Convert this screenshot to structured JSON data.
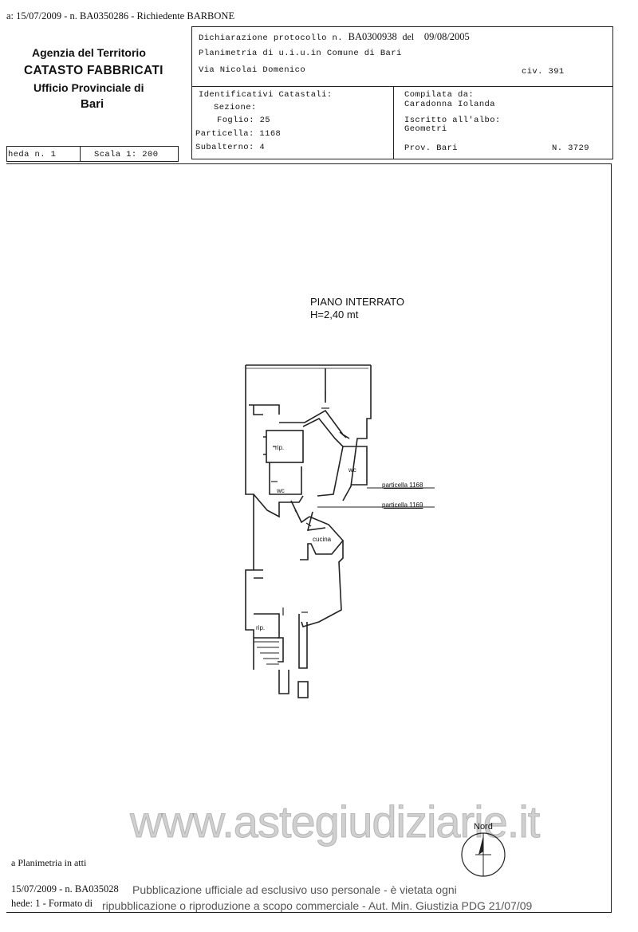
{
  "header": {
    "top_line": "a: 15/07/2009 -  n. BA0350286 - Richiedente BARBONE",
    "agency": "Agenzia del Territorio",
    "catasto": "CATASTO FABBRICATI",
    "ufficio": "Ufficio Provinciale di",
    "city": "Bari",
    "scheda": "heda n. 1",
    "scala": "Scala 1: 200"
  },
  "declaration": {
    "protocol_label": "Dichiarazione protocollo n.",
    "protocol_number": "BA0300938",
    "date_label": "del",
    "date": "09/08/2005",
    "planimetria": "Planimetria di u.i.u.in Comune di Bari",
    "street": "Via Nicolai Domenico",
    "civ": "civ. 391"
  },
  "identifiers": {
    "title": "Identificativi Catastali:",
    "sezione": "Sezione:",
    "foglio": "Foglio: 25",
    "particella": "Particella: 1168",
    "subalterno": "Subalterno: 4"
  },
  "compiler": {
    "compilata_label": "Compilata da:",
    "compilata_name": "Caradonna Iolanda",
    "iscritto_label": "Iscritto all'albo:",
    "iscritto_value": "Geometri",
    "prov": "Prov. Bari",
    "numero": "N.  3729"
  },
  "plan": {
    "title": "PIANO INTERRATO",
    "height": "H=2,40 mt",
    "rooms": {
      "rip1": "rip.",
      "wc1": "wc",
      "wc2": "wc",
      "cucina": "cucina",
      "rip2": "rip."
    },
    "particella_1168": "particella 1168",
    "particella_1169": "particella 1169",
    "nord": "Nord"
  },
  "watermark": "www.astegiudiziarie.it",
  "footer": {
    "planimetria_atti": "a Planimetria in atti",
    "line1_left": "15/07/2009 -  n. BA035028",
    "line1_notice": "Pubblicazione ufficiale ad esclusivo uso personale - è vietata ogni",
    "line2_left": "hede: 1 - Formato di",
    "line2_notice": "ripubblicazione o riproduzione a scopo commerciale - Aut. Min. Giustizia PDG 21/07/09"
  }
}
